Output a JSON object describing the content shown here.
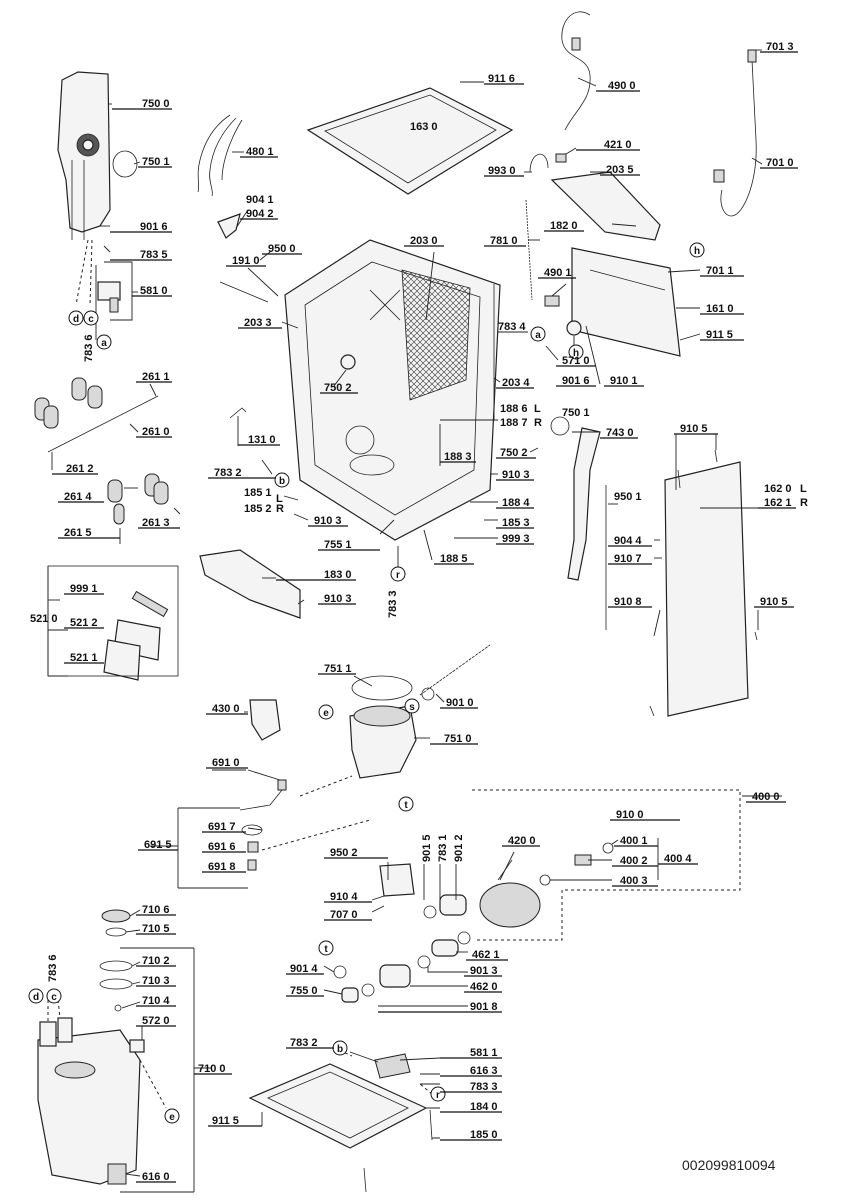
{
  "document_code": "002099810094",
  "labels": [
    "750 0",
    "750 1",
    "901 6",
    "783 5",
    "581 0",
    "783 6",
    "480 1",
    "904 1",
    "904 2",
    "950 0",
    "191 0",
    "203 3",
    "750 2",
    "203 0",
    "911 6",
    "163 0",
    "490 0",
    "701 3",
    "701 0",
    "421 0",
    "203 5",
    "993 0",
    "182 0",
    "781 0",
    "490 1",
    "701 1",
    "161 0",
    "911 5",
    "783 4",
    "571 0",
    "901 6",
    "910 1",
    "203 4",
    "261 1",
    "261 0",
    "261 2",
    "131 0",
    "188 6",
    "L",
    "188 7",
    "R",
    "750 1",
    "743 0",
    "750 2",
    "188 3",
    "910 3",
    "783 2",
    "185 1",
    "L",
    "185 2",
    "R",
    "910 3",
    "188 4",
    "185 3",
    "999 3",
    "188 5",
    "755 1",
    "910 5",
    "162 0",
    "L",
    "162 1",
    "R",
    "950 1",
    "904 4",
    "910 7",
    "910 8",
    "910 5",
    "261 4",
    "261 3",
    "261 5",
    "183 0",
    "910 3",
    "783 3",
    "999 1",
    "521 0",
    "521 2",
    "521 1",
    "751 1",
    "901 0",
    "430 0",
    "751 0",
    "691 0",
    "400 0",
    "910 0",
    "691 7",
    "691 6",
    "691 8",
    "691 5",
    "950 2",
    "901 5",
    "783 1",
    "901 2",
    "420 0",
    "400 1",
    "400 2",
    "400 4",
    "400 3",
    "910 4",
    "707 0",
    "462 1",
    "710 6",
    "710 5",
    "710 2",
    "710 3",
    "710 4",
    "783 6",
    "572 0",
    "710 0",
    "616 0",
    "901 4",
    "755 0",
    "901 3",
    "462 0",
    "901 8",
    "783 2",
    "581 1",
    "616 3",
    "783 3",
    "911 5",
    "184 0",
    "185 0"
  ],
  "circles": [
    "d",
    "c",
    "a",
    "a",
    "h",
    "h",
    "b",
    "r",
    "e",
    "s",
    "t",
    "t",
    "b",
    "r",
    "d",
    "c",
    "e"
  ]
}
